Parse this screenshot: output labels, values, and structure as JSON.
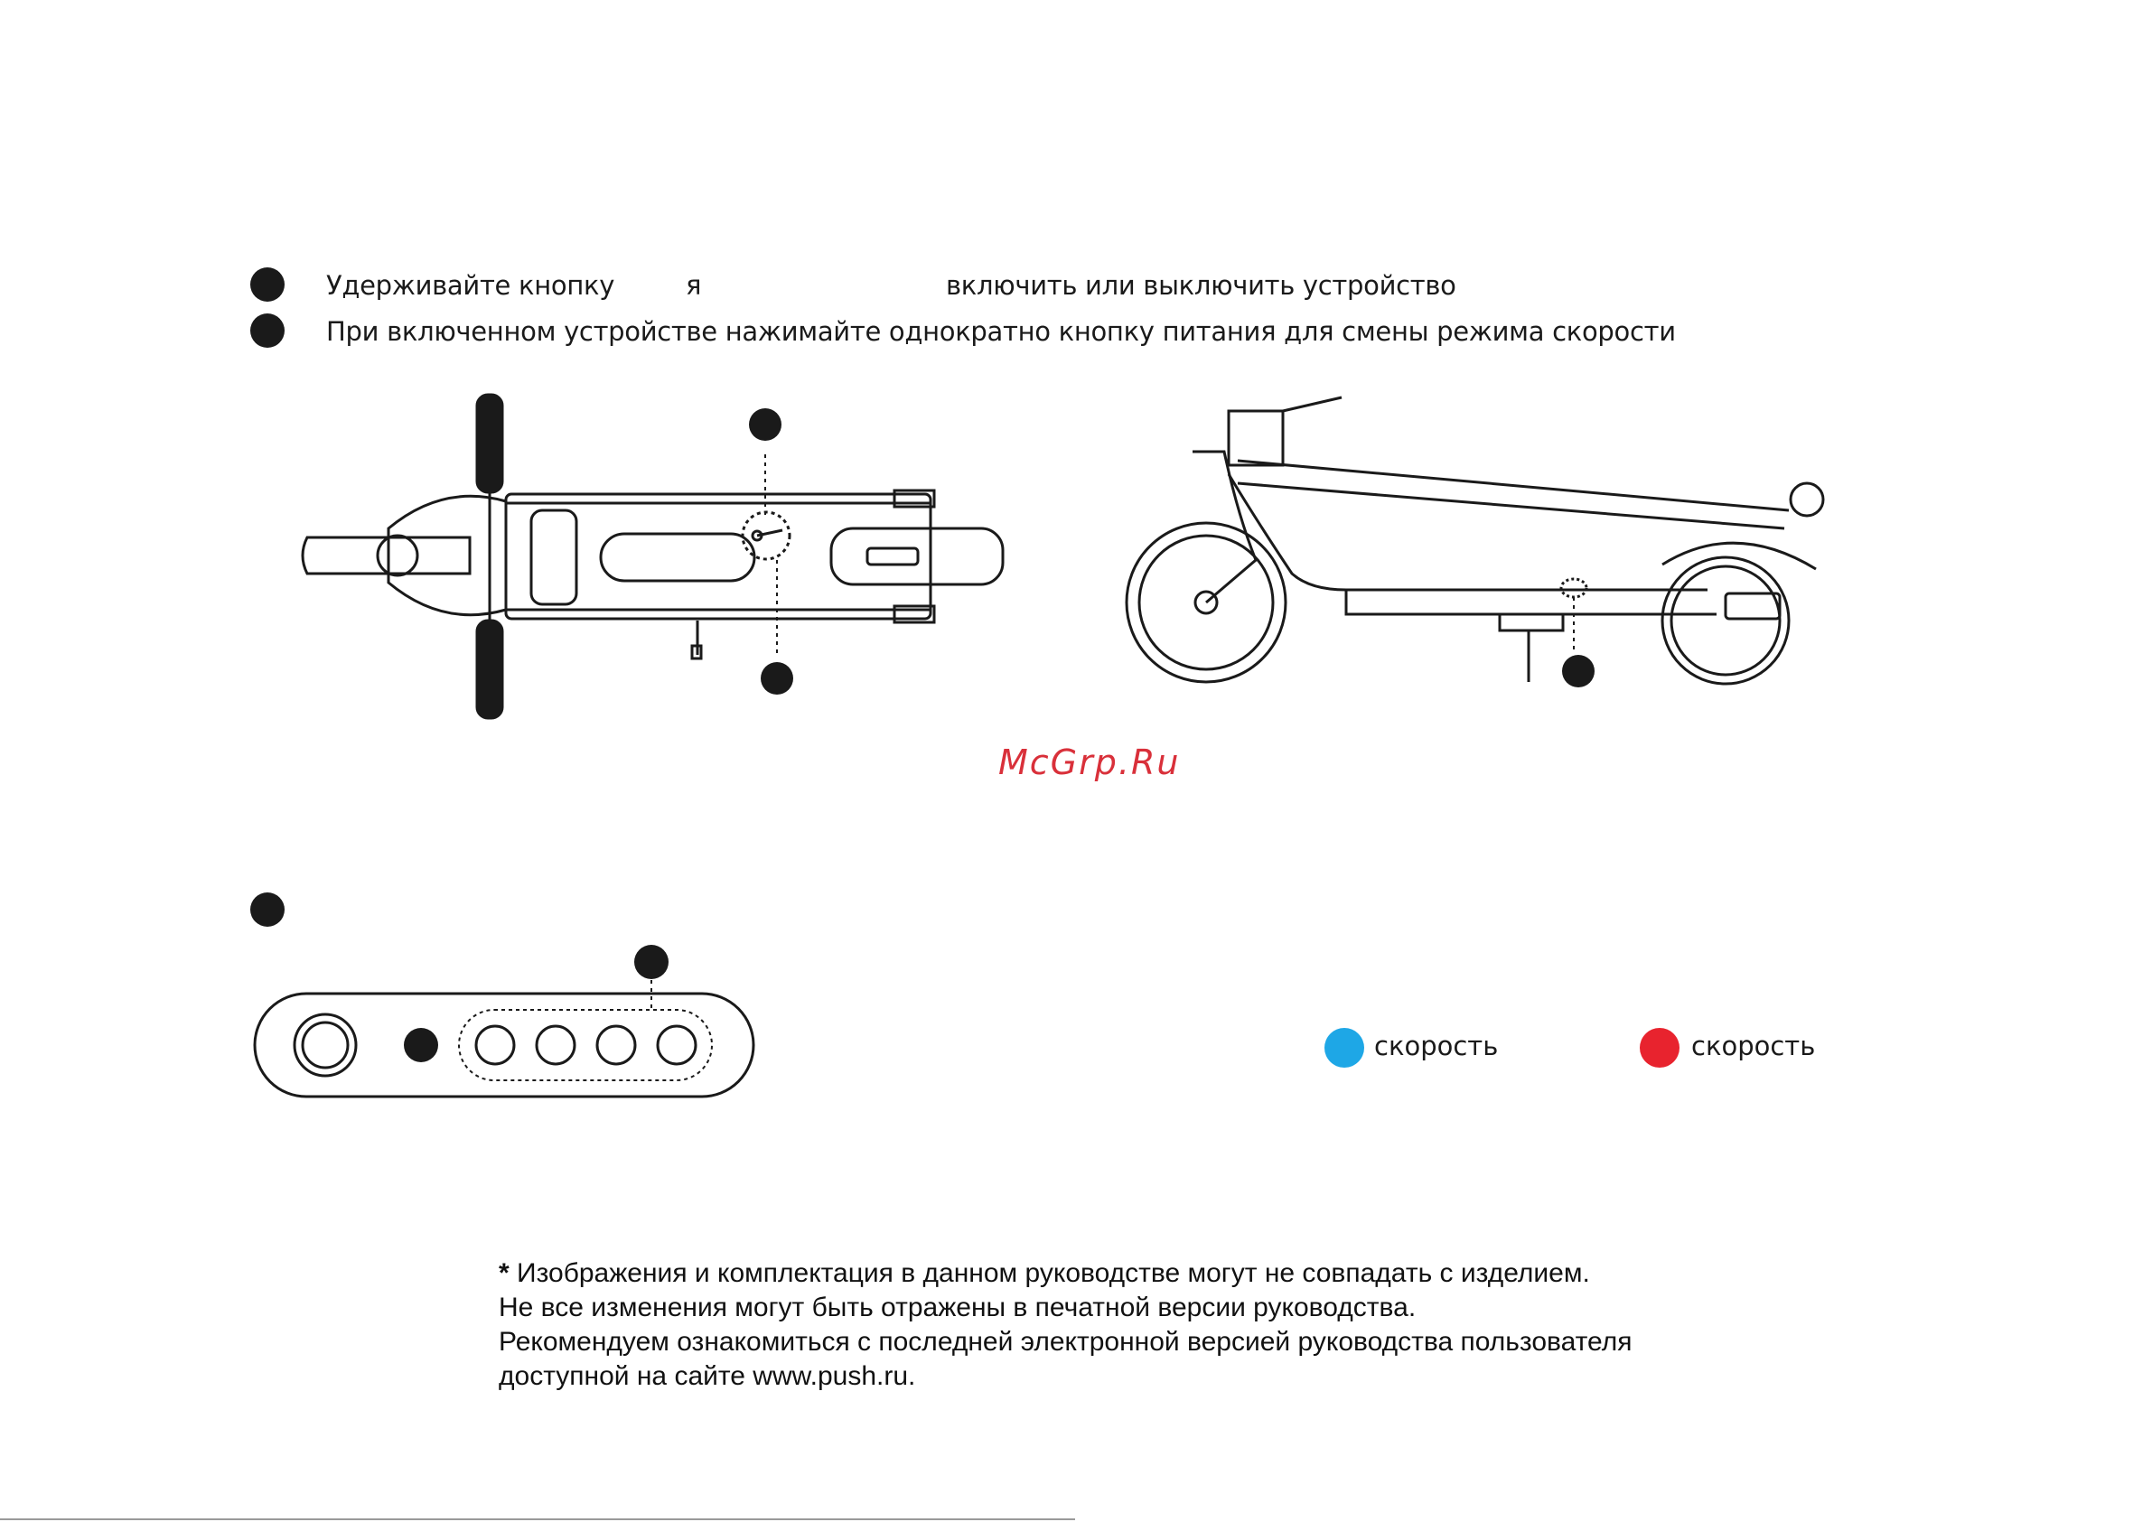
{
  "instructions": {
    "line1_part1": "Удерживайте кнопку",
    "line1_part2": "я",
    "line1_part3": "включить или выключить устройство",
    "line2": "При включенном устройстве нажимайте однократно кнопку питания для смены режима скорости"
  },
  "watermark": "McGrp.Ru",
  "legend": {
    "blue_color": "#1ea7e6",
    "blue_label": "скорость",
    "red_color": "#e8232e",
    "red_label": "скорость"
  },
  "disclaimer": {
    "line1_star": "*",
    "line1": " Изображения и комплектация в данном руководстве могут не совпадать с изделием.",
    "line2": "Не все изменения могут быть отражены в печатной версии руководства.",
    "line3": "Рекомендуем ознакомиться с последней электронной версией руководства пользователя",
    "line4": "доступной на сайте www.push.ru."
  }
}
